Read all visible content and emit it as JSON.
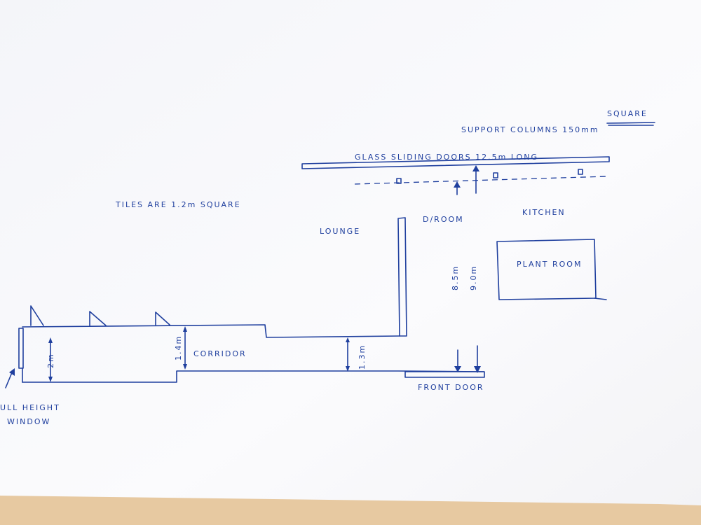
{
  "colors": {
    "ink": "#1f3f9e",
    "paper": "#fbfbfd",
    "table": "#e7c9a1"
  },
  "annotations": {
    "support_columns_prefix": "SUPPORT COLUMNS 150mm",
    "support_columns_suffix": "SQUARE",
    "glass_sliding_doors": "GLASS SLIDING DOORS 12.5m LONG",
    "tiles_note": "TILES ARE 1.2m SQUARE"
  },
  "rooms": {
    "lounge": "LOUNGE",
    "diroom": "D/ROOM",
    "kitchen": "KITCHEN",
    "plant_room": "PLANT ROOM",
    "corridor": "CORRIDOR",
    "front_door": "FRONT DOOR",
    "window_line1": "ULL HEIGHT",
    "window_line2": "WINDOW"
  },
  "dimensions": {
    "width_2m": "2m",
    "width_1_4m": "1.4m",
    "width_1_3m": "1.3m",
    "depth_8_5m": "8.5m",
    "depth_9_0m": "9.0m"
  }
}
